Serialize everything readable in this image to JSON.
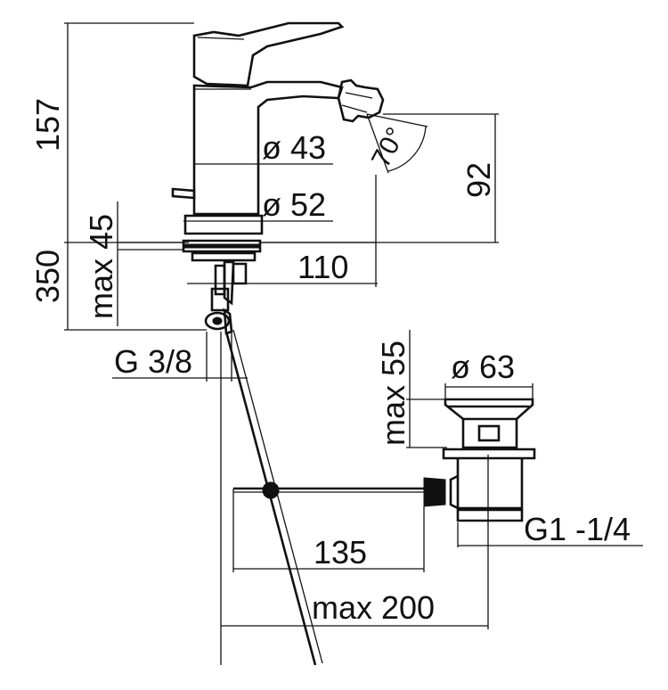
{
  "dimensions": {
    "height_total": "157",
    "diameter_43": "ø 43",
    "diameter_52": "ø 52",
    "max_45": "max 45",
    "height_350": "350",
    "spout_reach": "110",
    "height_92": "92",
    "angle": "70°",
    "thread_inlet": "G 3/8",
    "max_55": "max 55",
    "drain_diameter": "ø 63",
    "drain_thread": "G1 -1/4",
    "rod_135": "135",
    "max_200": "max 200"
  },
  "colors": {
    "line": "#111111",
    "background": "#ffffff"
  }
}
